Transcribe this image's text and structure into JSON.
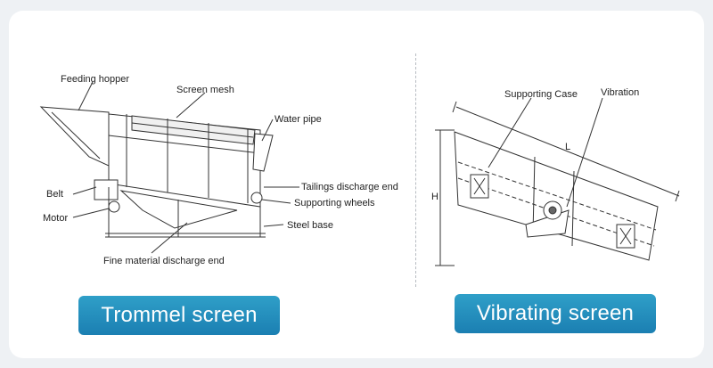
{
  "colors": {
    "accent": "#1f87b8",
    "ink": "#333333",
    "background": "#eef1f4"
  },
  "trommel": {
    "title": "Trommel screen",
    "labels": {
      "feeding_hopper": "Feeding hopper",
      "screen_mesh": "Screen mesh",
      "water_pipe": "Water pipe",
      "belt": "Belt",
      "motor": "Motor",
      "tailings": "Tailings discharge end",
      "supporting_wheels": "Supporting wheels",
      "steel_base": "Steel base",
      "fine_material": "Fine material discharge end"
    }
  },
  "vibrating": {
    "title": "Vibrating screen",
    "labels": {
      "supporting_case": "Supporting Case",
      "vibration": "Vibration",
      "length": "L",
      "height": "H"
    }
  }
}
